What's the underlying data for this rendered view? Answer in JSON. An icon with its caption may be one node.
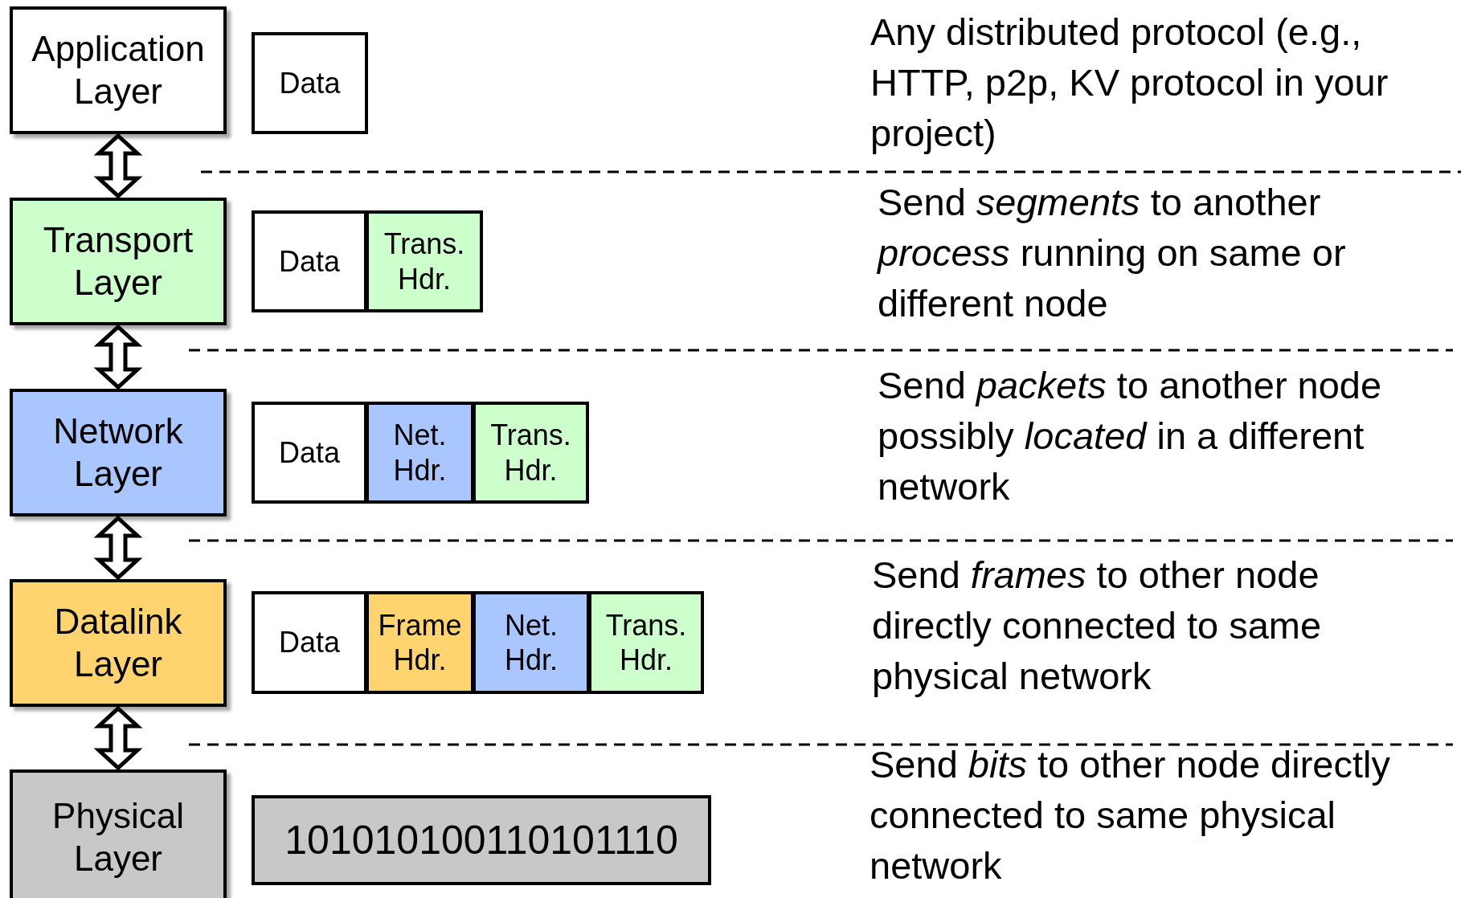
{
  "diagram": {
    "nodes": [
      {
        "text": [
          "Application Layer"
        ]
      },
      {
        "text": [
          "Transport Layer"
        ]
      },
      {
        "text": [
          "Network Layer"
        ]
      },
      {
        "text": [
          "Datalink Layer"
        ]
      },
      {
        "text": [
          "Physical Layer"
        ]
      },
      {
        "text": [
          "Data"
        ]
      },
      {
        "text": [
          "Data"
        ]
      },
      {
        "text": [
          "Trans. Hdr."
        ]
      },
      {
        "text": [
          "Data"
        ]
      },
      {
        "text": [
          "Net. Hdr."
        ]
      },
      {
        "text": [
          "Trans. Hdr."
        ]
      },
      {
        "text": [
          "Data"
        ]
      },
      {
        "text": [
          "Frame Hdr."
        ]
      },
      {
        "text": [
          "Net. Hdr."
        ]
      },
      {
        "text": [
          "Trans. Hdr."
        ]
      },
      {
        "text": [
          "101010100110101110"
        ]
      }
    ],
    "edges": [
      {
        "from": 0,
        "to": 1,
        "arrow": "both"
      },
      {
        "from": 1,
        "to": 2,
        "arrow": "both"
      },
      {
        "from": 2,
        "to": 3,
        "arrow": "both"
      },
      {
        "from": 3,
        "to": 4,
        "arrow": "both"
      }
    ],
    "labels": [
      "Any distributed protocol (e.g., HTTP, p2p, KV protocol in your project)",
      "Send *segments* to another *process* running on same or different node",
      "Send *packets* to another node possibly *located* in a different network",
      "Send *frames* to other node directly connected to same physical network",
      "Send *bits* to other node directly connected to same physical network"
    ]
  }
}
